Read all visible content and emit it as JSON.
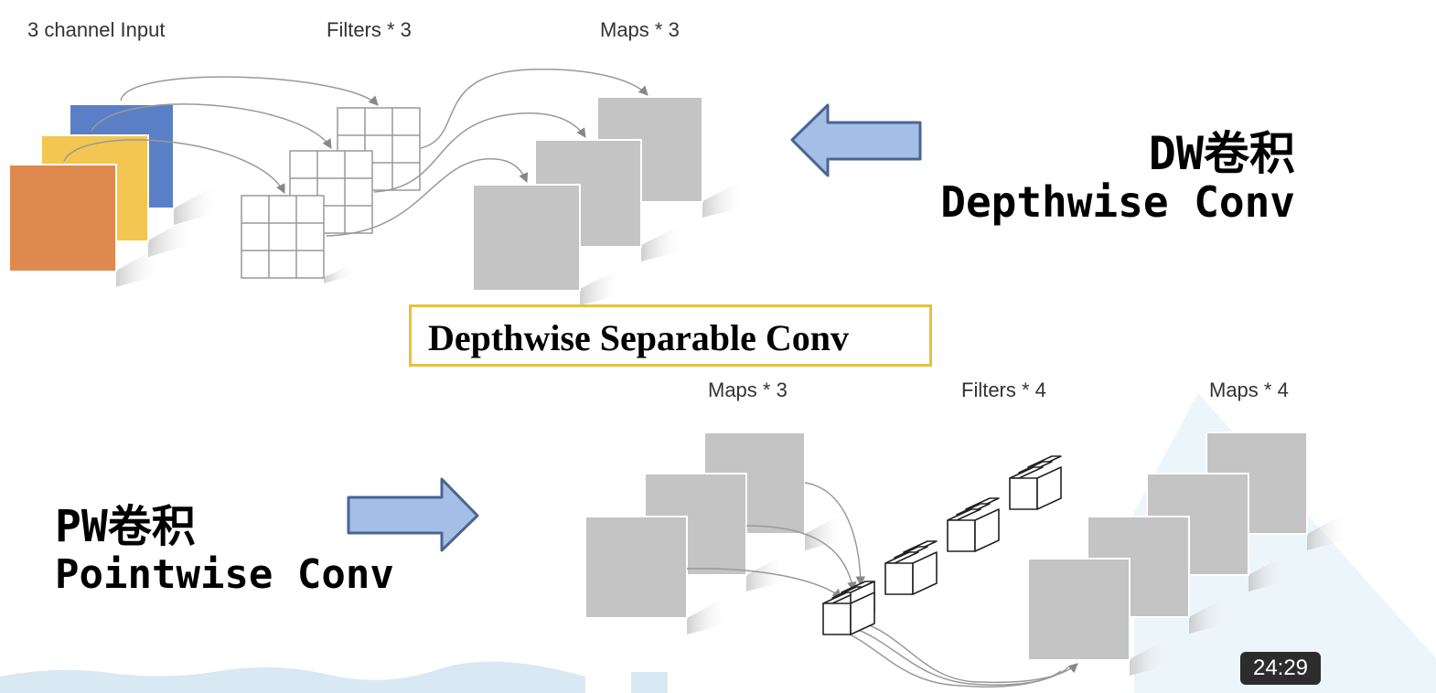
{
  "top_labels": {
    "input": "3 channel Input",
    "filters": "Filters * 3",
    "maps": "Maps * 3"
  },
  "dw": {
    "cn_title": "DW卷积",
    "en_title": "Depthwise Conv"
  },
  "center_title": "Depthwise Separable Conv",
  "bottom_labels": {
    "maps_in": "Maps * 3",
    "filters": "Filters * 4",
    "maps_out": "Maps * 4"
  },
  "pw": {
    "cn_title": "PW卷积",
    "en_title": "Pointwise Conv"
  },
  "video": {
    "timestamp": "24:29"
  },
  "colors": {
    "channel_blue": "#5b7fc7",
    "channel_yellow": "#f2c650",
    "channel_orange": "#de8a4e",
    "map_gray": "#c4c4c4",
    "arrow_fill": "#a4bee6",
    "arrow_stroke": "#4a6592",
    "title_border": "#e6c23a"
  }
}
